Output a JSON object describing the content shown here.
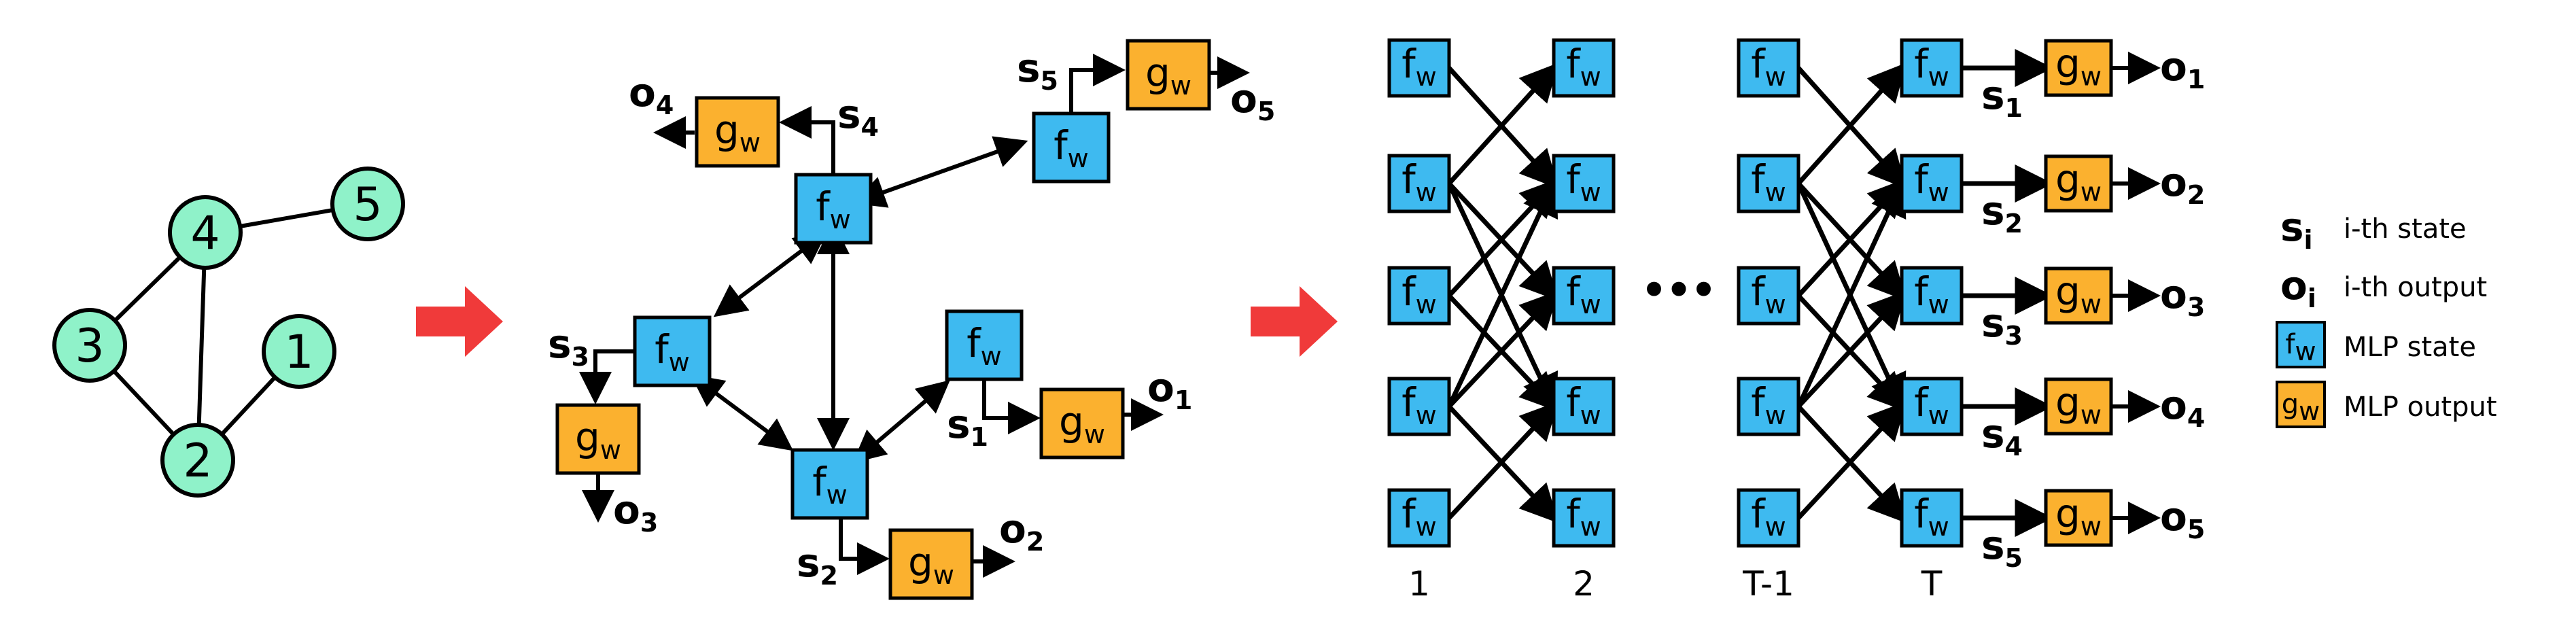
{
  "colors": {
    "graph_node": "#8ff2c9",
    "state_box": "#3ebaf0",
    "output_box": "#fbb12f",
    "arrow_big": "#f03a3a",
    "stroke": "#000000"
  },
  "graph": {
    "nodes": [
      "1",
      "2",
      "3",
      "4",
      "5"
    ],
    "edges": [
      [
        "3",
        "4"
      ],
      [
        "4",
        "5"
      ],
      [
        "4",
        "2"
      ],
      [
        "3",
        "2"
      ],
      [
        "2",
        "1"
      ]
    ]
  },
  "labels": {
    "f": "f",
    "g": "g",
    "w": "w",
    "s": "s",
    "o": "o"
  },
  "encoding": {
    "state_indices": [
      "1",
      "2",
      "3",
      "4",
      "5"
    ],
    "output_indices": [
      "1",
      "2",
      "3",
      "4",
      "5"
    ]
  },
  "unrolled": {
    "columns": [
      "1",
      "2",
      "T-1",
      "T"
    ],
    "ellipsis": "•••",
    "rows": [
      "1",
      "2",
      "3",
      "4",
      "5"
    ]
  },
  "legend": {
    "items": [
      {
        "symbol": "s",
        "sub": "i",
        "text": "i-th state"
      },
      {
        "symbol": "o",
        "sub": "i",
        "text": "i-th output"
      },
      {
        "symbol": "f",
        "sub": "w",
        "text": "MLP state"
      },
      {
        "symbol": "g",
        "sub": "w",
        "text": "MLP output"
      }
    ]
  }
}
